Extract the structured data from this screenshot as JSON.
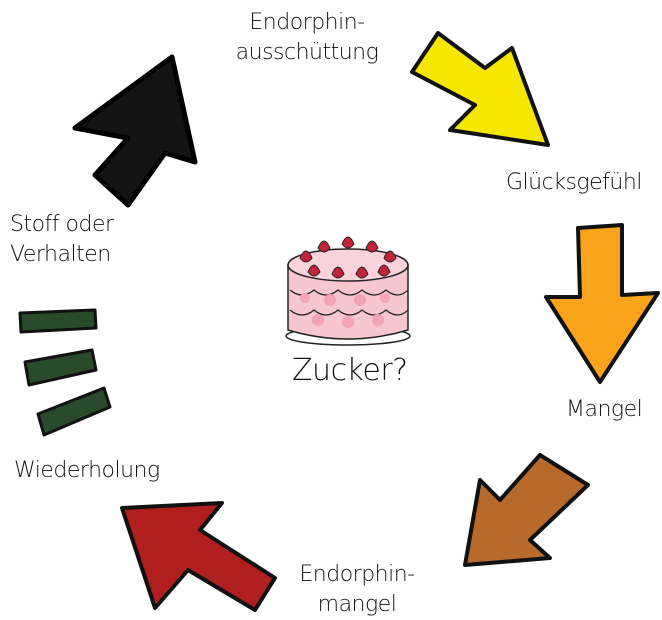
{
  "cycle": {
    "top": {
      "line1": "Endorphin-",
      "line2": "ausschüttung"
    },
    "upper_right": "Glücksgefühl",
    "right": "Mangel",
    "bottom": {
      "line1": "Endorphin-",
      "line2": "mangel"
    },
    "left": "Wiederholung",
    "upper_left": {
      "line1": "Stoff oder",
      "line2": "Verhalten"
    }
  },
  "center": {
    "label": "Zucker?",
    "icon": "cake-icon"
  },
  "arrows": [
    {
      "name": "arrow-stoff-to-endorphin",
      "color": "#141414"
    },
    {
      "name": "arrow-endorphin-to-glueck",
      "color": "#f7e600"
    },
    {
      "name": "arrow-glueck-to-mangel",
      "color": "#f9a41a"
    },
    {
      "name": "arrow-mangel-to-endorphinmangel",
      "color": "#b8692c"
    },
    {
      "name": "arrow-endorphinmangel-to-wiederholung",
      "color": "#b01e1e"
    }
  ],
  "repeat_bars_color": "#2a4a2c"
}
